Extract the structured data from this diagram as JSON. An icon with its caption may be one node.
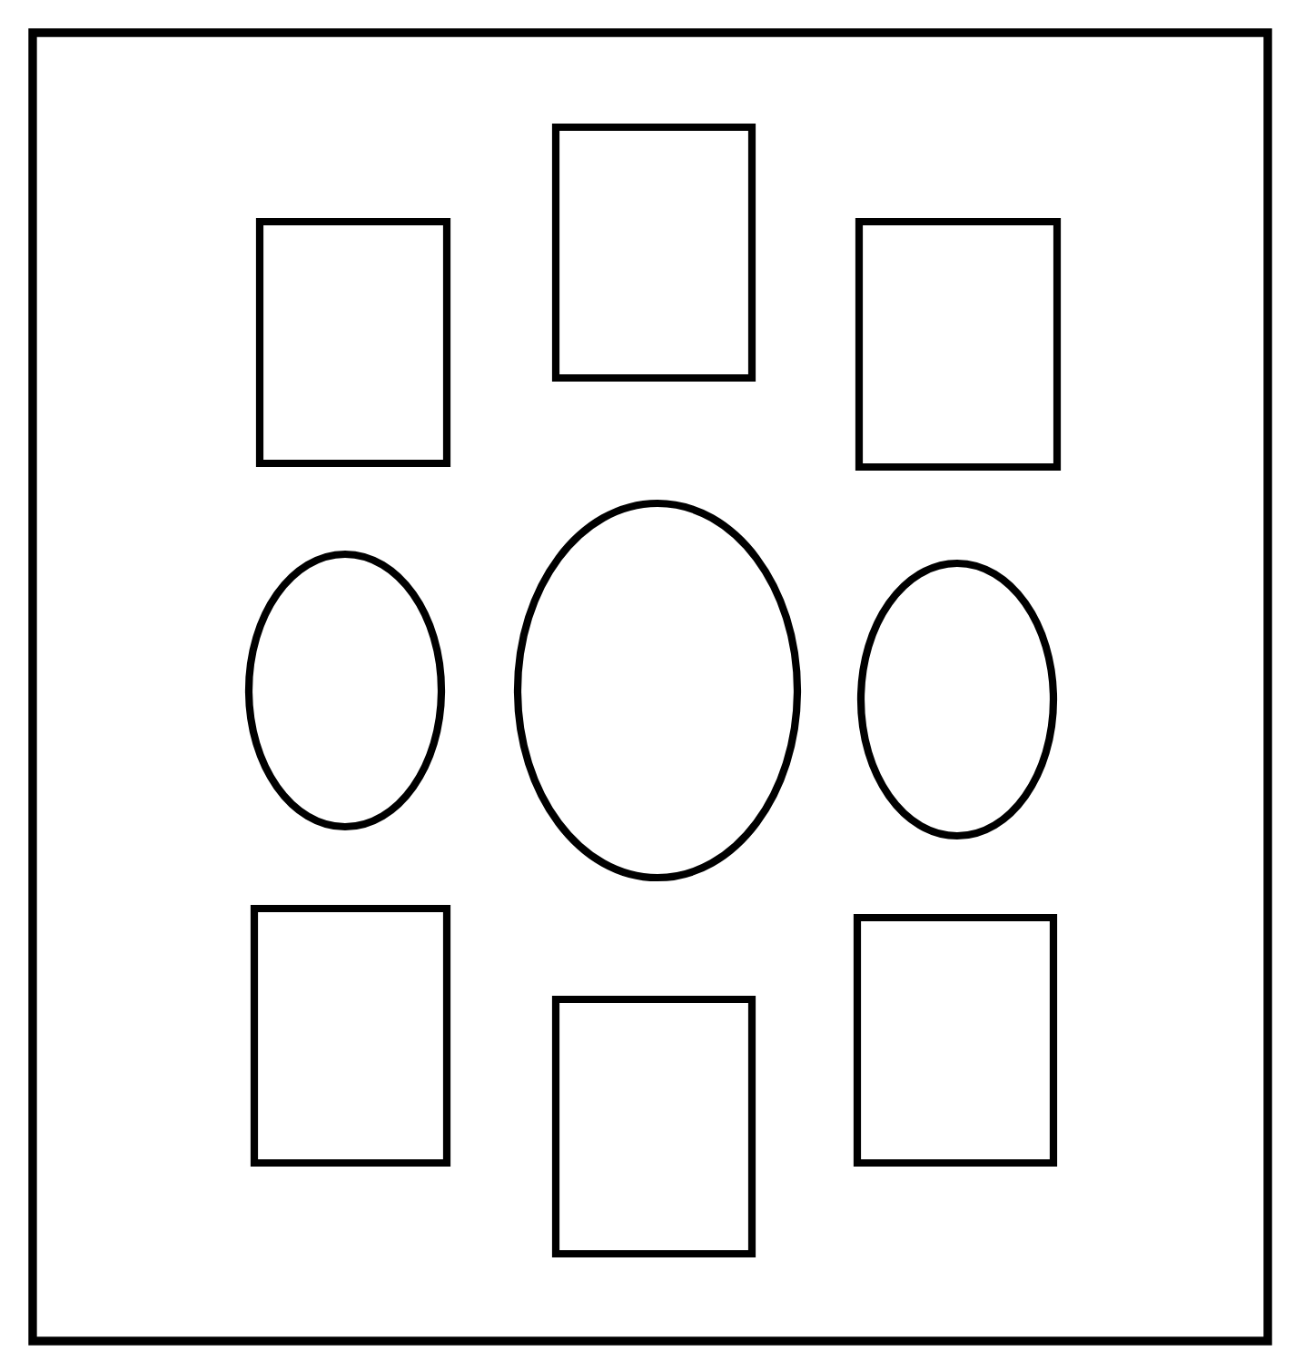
{
  "diagram": {
    "nodes": [
      {
        "text": [],
        "shape": "box"
      },
      {
        "text": [],
        "shape": "box",
        "in": 0
      },
      {
        "text": [],
        "shape": "box",
        "in": 0
      },
      {
        "text": [],
        "shape": "box",
        "in": 0
      },
      {
        "text": [],
        "shape": "ellipse",
        "in": 0
      },
      {
        "text": [],
        "shape": "ellipse",
        "in": 0
      },
      {
        "text": [],
        "shape": "ellipse",
        "in": 0
      },
      {
        "text": [],
        "shape": "box",
        "in": 0
      },
      {
        "text": [],
        "shape": "box",
        "in": 0
      },
      {
        "text": [],
        "shape": "box",
        "in": 0
      }
    ]
  }
}
